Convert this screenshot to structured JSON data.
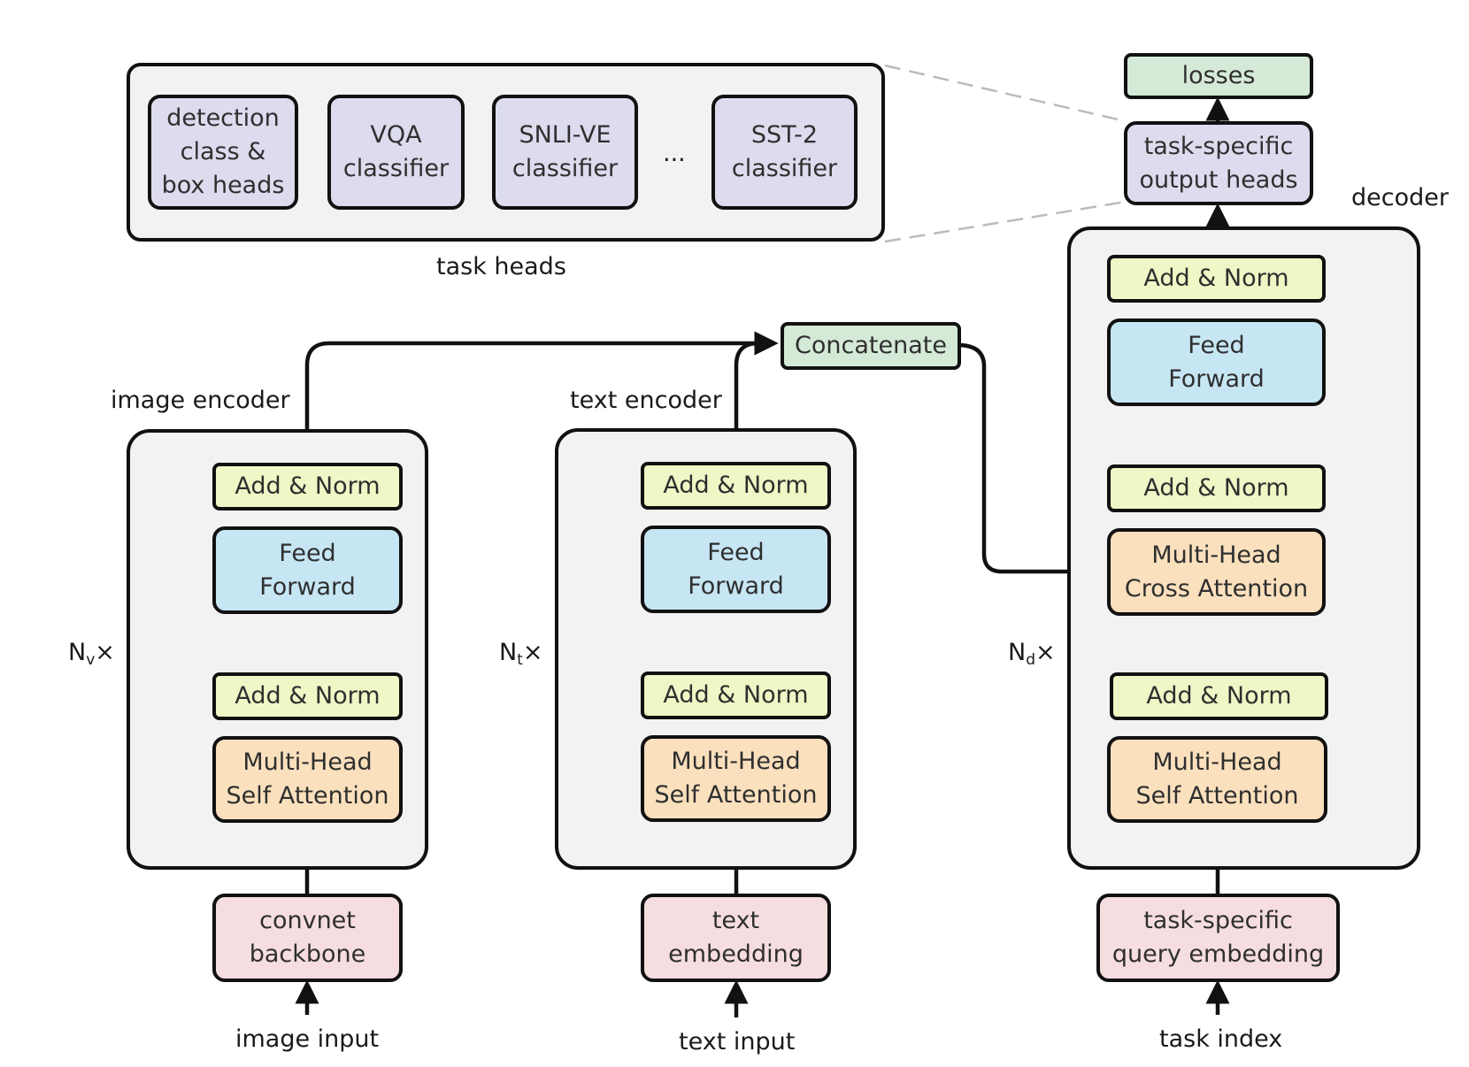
{
  "task_heads": {
    "label": "task heads",
    "heads": [
      "detection\nclass &\nbox heads",
      "VQA\nclassifier",
      "SNLI-VE\nclassifier",
      "SST-2\nclassifier"
    ],
    "ellipsis": "..."
  },
  "top_right": {
    "losses": "losses",
    "output_heads": "task-specific\noutput heads"
  },
  "concatenate": "Concatenate",
  "image_encoder": {
    "title": "image encoder",
    "repeat_base": "N",
    "repeat_sub": "v",
    "repeat_suffix": "×",
    "add_norm_top": "Add & Norm",
    "feed_forward": "Feed\nForward",
    "add_norm_bottom": "Add & Norm",
    "attention": "Multi-Head\nSelf Attention",
    "embedding": "convnet\nbackbone",
    "input": "image input"
  },
  "text_encoder": {
    "title": "text encoder",
    "repeat_base": "N",
    "repeat_sub": "t",
    "repeat_suffix": "×",
    "add_norm_top": "Add & Norm",
    "feed_forward": "Feed\nForward",
    "add_norm_bottom": "Add & Norm",
    "attention": "Multi-Head\nSelf Attention",
    "embedding": "text\nembedding",
    "input": "text input"
  },
  "decoder": {
    "title": "decoder",
    "repeat_base": "N",
    "repeat_sub": "d",
    "repeat_suffix": "×",
    "add_norm_1": "Add & Norm",
    "feed_forward": "Feed\nForward",
    "add_norm_2": "Add & Norm",
    "cross_attention": "Multi-Head\nCross Attention",
    "add_norm_3": "Add & Norm",
    "self_attention": "Multi-Head\nSelf Attention",
    "embedding": "task-specific\nquery embedding",
    "input": "task index"
  },
  "colors": {
    "add_norm": "#f1f6c6",
    "feed_forward": "#c7e6f4",
    "attention": "#fae0bd",
    "embedding": "#f6dde0",
    "task_head": "#dcdcee",
    "losses": "#d5e9d7",
    "container": "#f2f2f2"
  }
}
